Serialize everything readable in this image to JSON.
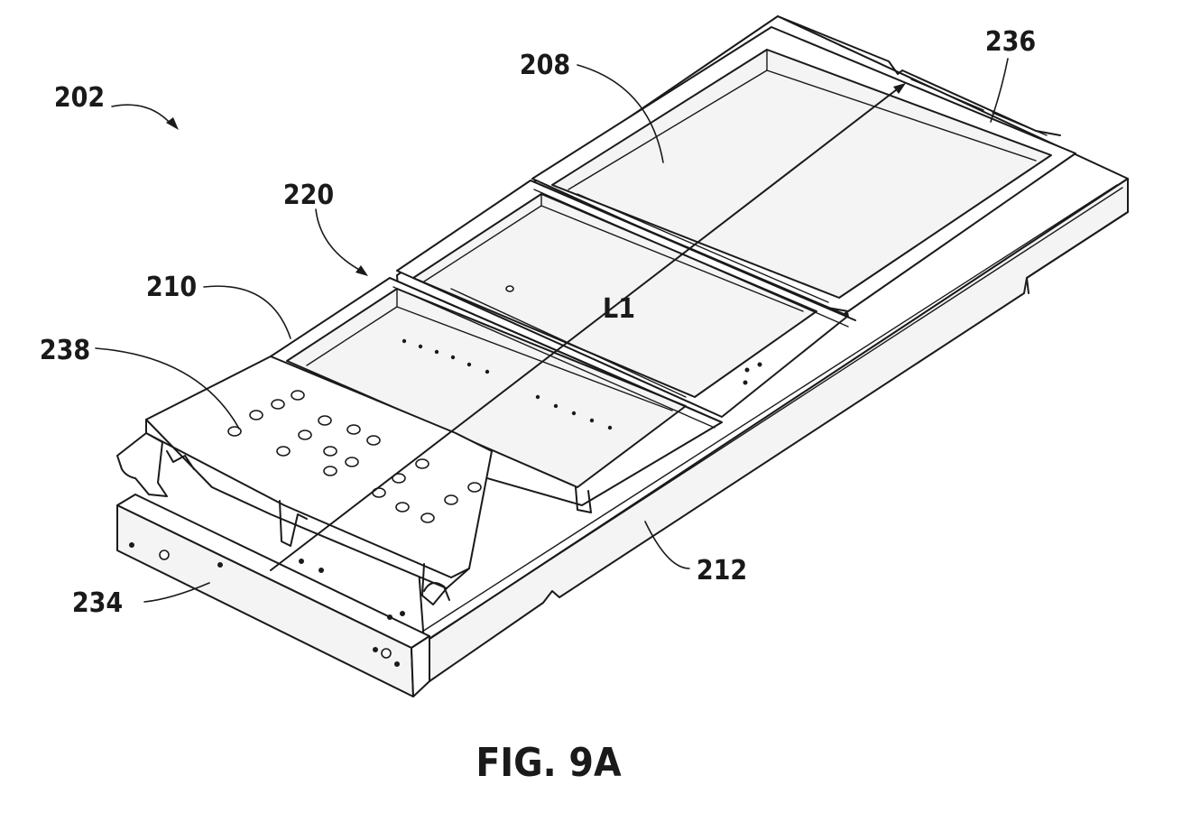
{
  "figure": {
    "caption": "FIG. 9A",
    "axis_label": "L1",
    "reference_numerals": {
      "assembly": "202",
      "first_tray": "208",
      "second_tray": "210",
      "cross_member": "220",
      "rail": "212",
      "end_plate": "234",
      "end_flange": "236",
      "mounting_block": "238"
    }
  }
}
